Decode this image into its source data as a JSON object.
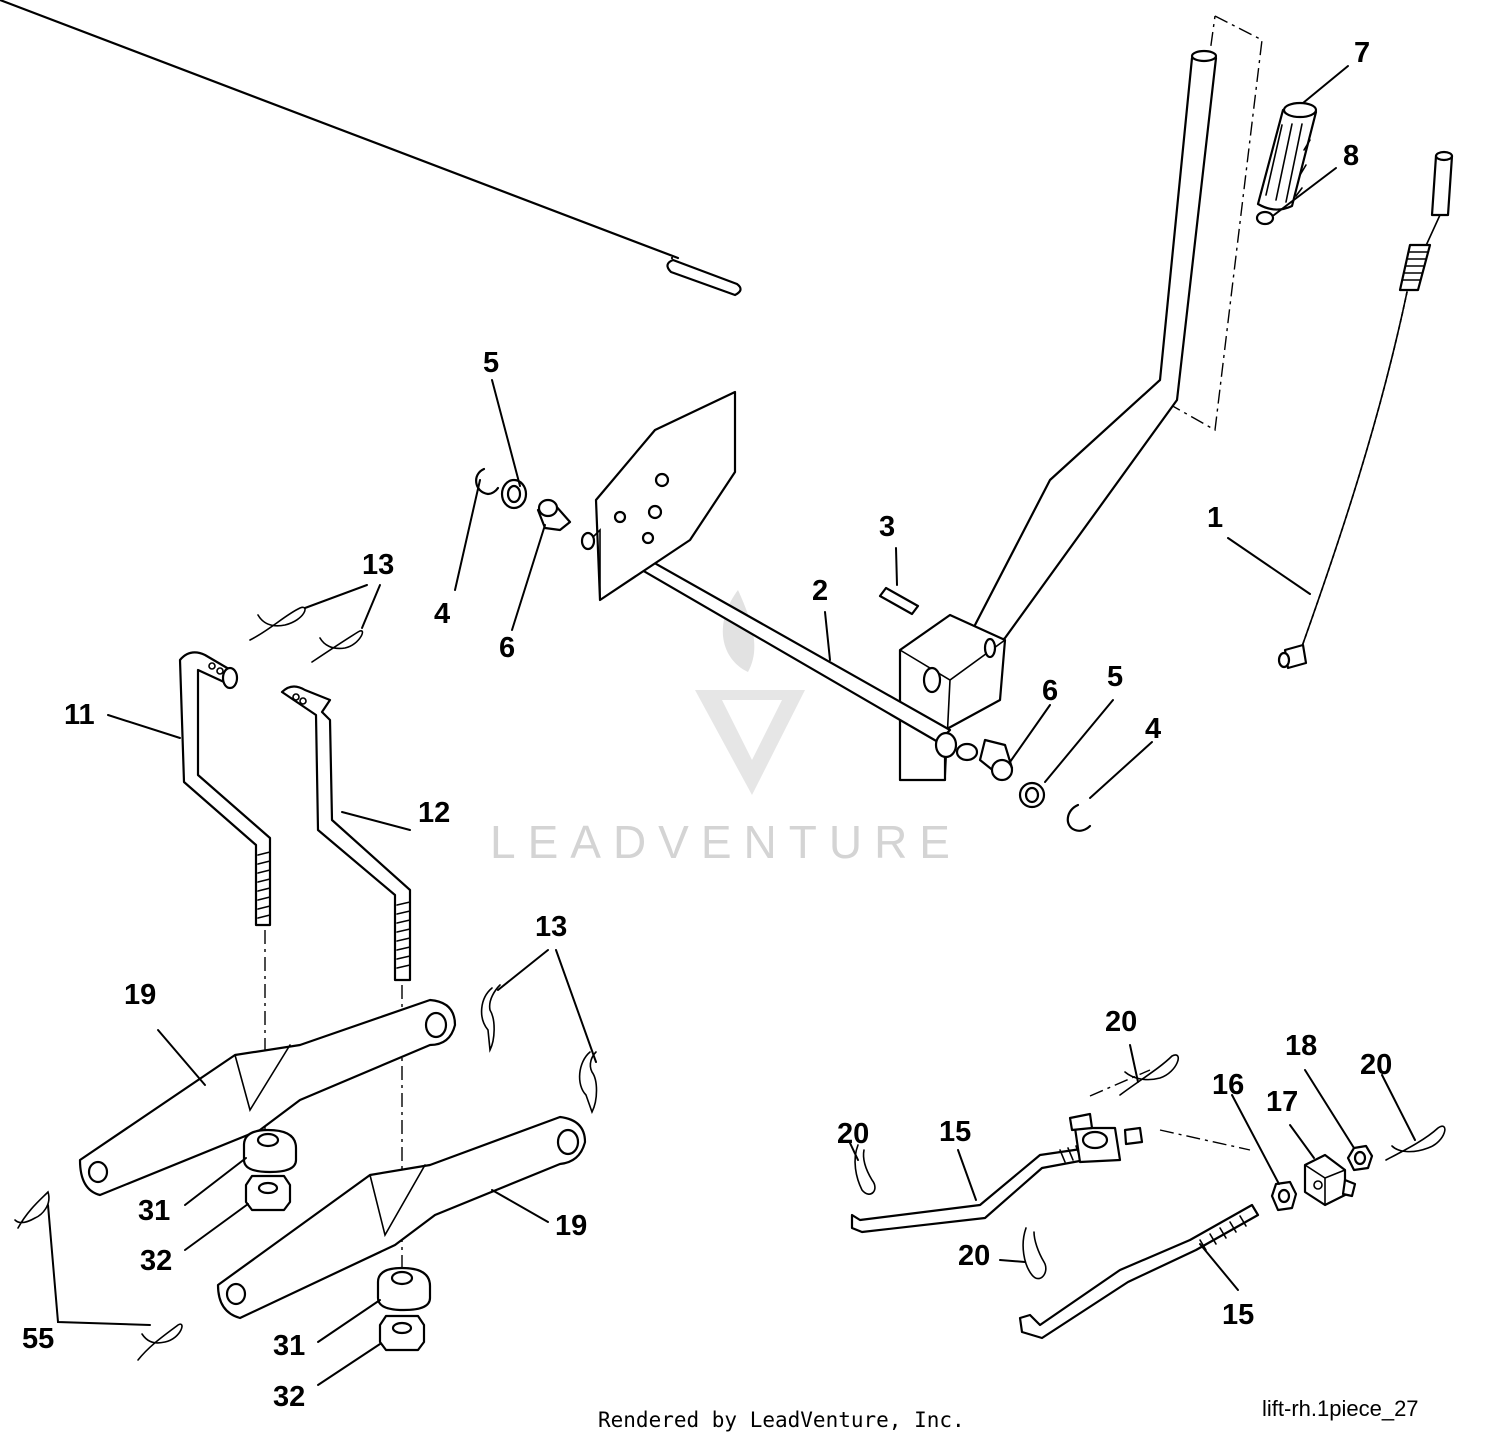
{
  "watermark": {
    "text": "LEADVENTURE"
  },
  "footer": {
    "credit": "Rendered by LeadVenture, Inc.",
    "reference": "lift-rh.1piece_27"
  },
  "callouts": {
    "c1": "1",
    "c2": "2",
    "c3": "3",
    "c4a": "4",
    "c4b": "4",
    "c5a": "5",
    "c5b": "5",
    "c6a": "6",
    "c6b": "6",
    "c7": "7",
    "c8": "8",
    "c11": "11",
    "c12": "12",
    "c13a": "13",
    "c13b": "13",
    "c15a": "15",
    "c15b": "15",
    "c16": "16",
    "c17": "17",
    "c18": "18",
    "c19a": "19",
    "c19b": "19",
    "c20a": "20",
    "c20b": "20",
    "c20c": "20",
    "c20d": "20",
    "c31a": "31",
    "c31b": "31",
    "c32a": "32",
    "c32b": "32",
    "c55": "55"
  }
}
